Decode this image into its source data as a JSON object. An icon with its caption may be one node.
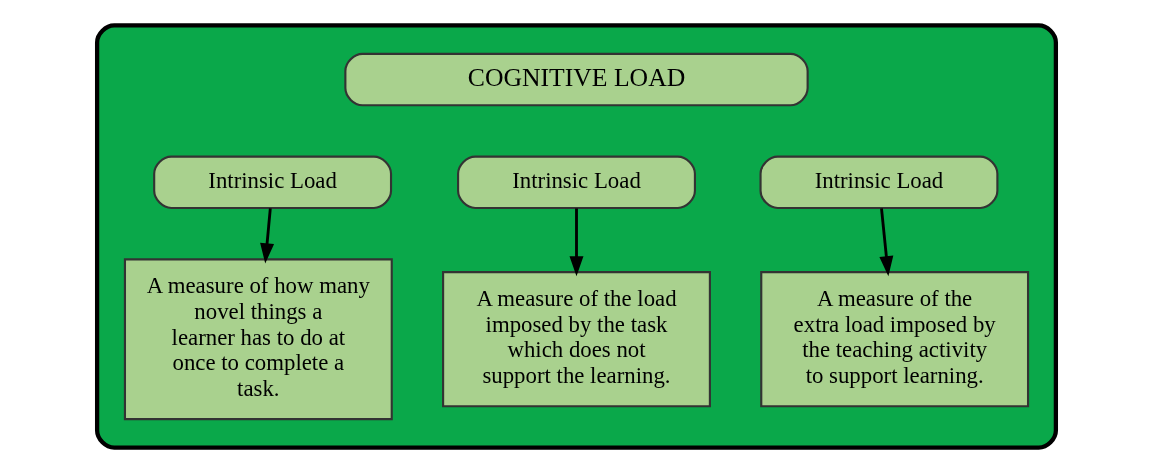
{
  "diagram": {
    "nodes": [
      {
        "text": [],
        "shape": "box"
      },
      {
        "text": [
          "COGNITIVE LOAD"
        ],
        "in": 0
      },
      {
        "text": [
          "Intrinsic Load"
        ],
        "in": 0
      },
      {
        "text": [
          "Intrinsic Load"
        ],
        "in": 0
      },
      {
        "text": [
          "Intrinsic Load"
        ],
        "in": 0
      },
      {
        "text": [
          "A measure of how many novel things a learner has to do at once to complete a task."
        ],
        "in": 0
      },
      {
        "text": [
          "A measure of the load imposed by the task which does not support the learning."
        ],
        "in": 0
      },
      {
        "text": [
          "A measure of the extra load imposed by the teaching activity to support learning."
        ],
        "in": 0
      }
    ],
    "edges": [
      {
        "from": 2,
        "to": 5,
        "arrow": "to"
      },
      {
        "from": 3,
        "to": 6,
        "arrow": "to"
      },
      {
        "from": 4,
        "to": 7,
        "arrow": "to"
      }
    ]
  }
}
